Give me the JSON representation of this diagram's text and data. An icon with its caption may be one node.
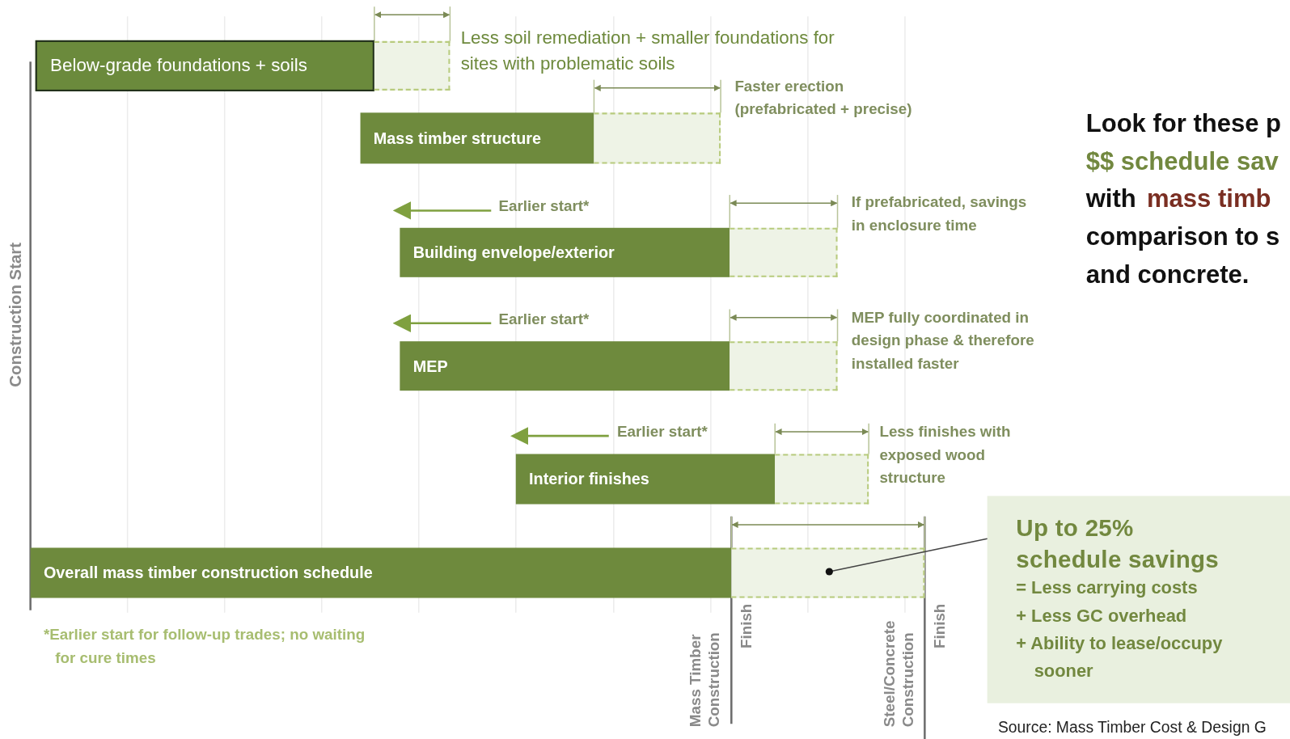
{
  "diagram": {
    "nodes": [
      {
        "text": [
          "Below-grade foundations + soils"
        ]
      },
      {
        "text": [],
        "shape": "box"
      },
      {
        "text": [
          "Mass timber structure"
        ]
      },
      {
        "text": [],
        "shape": "box"
      },
      {
        "text": [
          "Building envelope/exterior"
        ]
      },
      {
        "text": [],
        "shape": "box"
      },
      {
        "text": [
          "MEP"
        ]
      },
      {
        "text": [],
        "shape": "box"
      },
      {
        "text": [
          "Interior finishes"
        ]
      },
      {
        "text": [],
        "shape": "box"
      },
      {
        "text": [
          "Overall mass timber construction schedule"
        ]
      },
      {
        "text": [],
        "shape": "box"
      },
      {
        "text": [
          "Up to 25% schedule savings",
          "= Less carrying costs",
          "+ Less GC overhead",
          "+ Ability to lease/occupy sooner"
        ]
      }
    ],
    "edges": [
      {
        "from": 12,
        "to": 11,
        "arrow": "other"
      }
    ],
    "labels": [
      "Less soil remediation + smaller foundations for sites with problematic soils",
      "Faster erection (prefabricated + precise)",
      "Earlier start*",
      "If prefabricated, savings in enclosure time",
      "Earlier start*",
      "MEP fully coordinated in design phase & therefore installed faster",
      "Earlier start*",
      "Less finishes with exposed wood structure",
      "Look for these p",
      "$$ schedule sav",
      "with",
      "mass timb",
      "comparison to s",
      "and concrete.",
      "Construction Start",
      "*Earlier start for follow-up trades; no waiting for cure times",
      "Mass Timber Construction",
      "Finish",
      "Steel/Concrete Construction",
      "Finish",
      "Source: Mass Timber Cost & Design G"
    ]
  }
}
